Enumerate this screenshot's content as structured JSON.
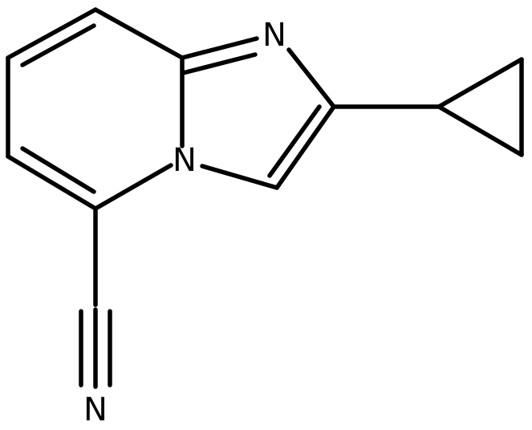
{
  "molecule": {
    "atoms": {
      "n1": "N",
      "n4": "N",
      "n_nitrile": "N"
    },
    "colors": {
      "bond": "#000000",
      "label": "#000000",
      "background": "#ffffff"
    }
  }
}
